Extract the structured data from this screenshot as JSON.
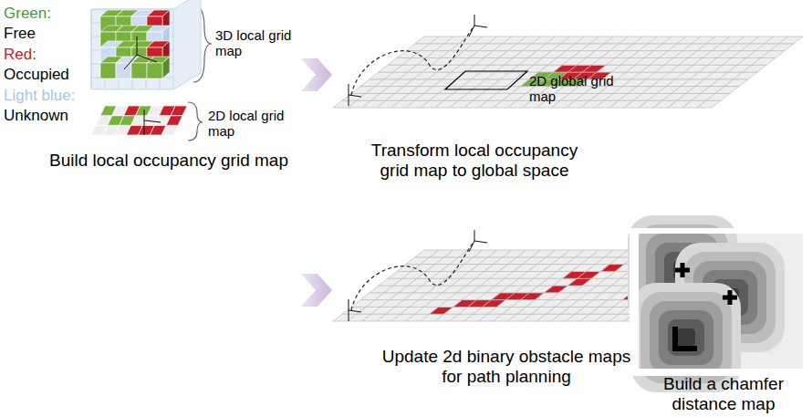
{
  "diagram": {
    "labels": [
      "Free",
      "Occupied",
      "Unknown",
      "3D local grid map",
      "2D local grid map",
      "Build local occupancy grid map",
      "2D global grid map",
      "Transform local occupancy grid map to global space",
      "Update 2d binary obstacle maps for path planning",
      "Build a chamfer distance map"
    ],
    "legend": [
      {
        "text": "Green:",
        "color": "#3a9e3a"
      },
      {
        "text": "Red:",
        "color": "#c8202a"
      },
      {
        "text": "Light blue:",
        "color": "#a9c4e6"
      }
    ]
  }
}
